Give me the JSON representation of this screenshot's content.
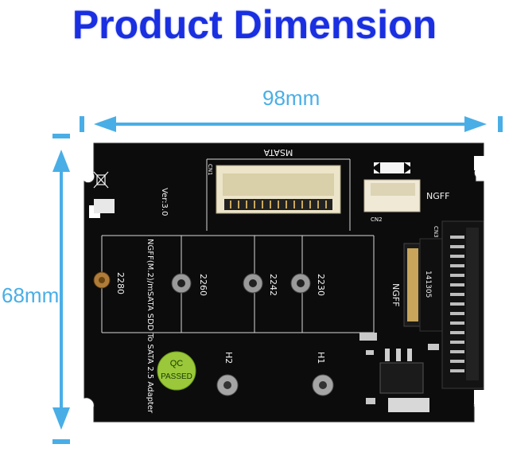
{
  "title": "Product Dimension",
  "dimensions": {
    "width": "98mm",
    "height": "68mm"
  },
  "board": {
    "connector_top": "MSATA",
    "connector_right": "NGFF",
    "connector_ssd": "NGFF",
    "product_line": "NGFF(M.2)/mSATA SDD To SATA 2.5 Adapter",
    "version": "Ver:3.0",
    "sizes": [
      "2280",
      "2260",
      "2242",
      "2230"
    ],
    "holes": [
      "H2",
      "H1"
    ],
    "cn_labels": [
      "CN1",
      "CN2",
      "CN3"
    ],
    "qc_sticker": [
      "QC",
      "PASSED"
    ],
    "chip_marking": "141305"
  },
  "colors": {
    "title": "#1a2fe0",
    "dimension": "#49aee6",
    "board": "#0c0c0c",
    "silkscreen": "#f4f4f4"
  }
}
